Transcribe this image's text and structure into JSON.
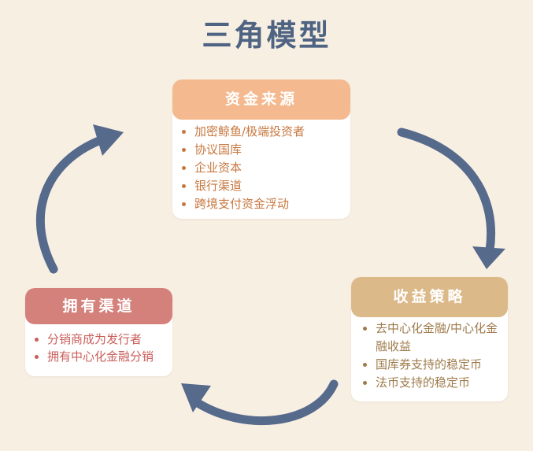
{
  "title": "三角模型",
  "colors": {
    "background": "#f8efe3",
    "arrow": "#566a8c",
    "title": "#4f6482",
    "source_header": "#f4b98e",
    "strategy_header": "#dcb989",
    "channel_header": "#d4817c"
  },
  "cards": {
    "source": {
      "header": "资金来源",
      "items": [
        "加密鲸鱼/极端投资者",
        "协议国库",
        "企业资本",
        "银行渠道",
        "跨境支付资金浮动"
      ]
    },
    "strategy": {
      "header": "收益策略",
      "items": [
        "去中心化金融/中心化金融收益",
        "国库券支持的稳定币",
        "法币支持的稳定币"
      ]
    },
    "channel": {
      "header": "拥有渠道",
      "items": [
        "分销商成为发行者",
        "拥有中心化金融分销"
      ]
    }
  }
}
